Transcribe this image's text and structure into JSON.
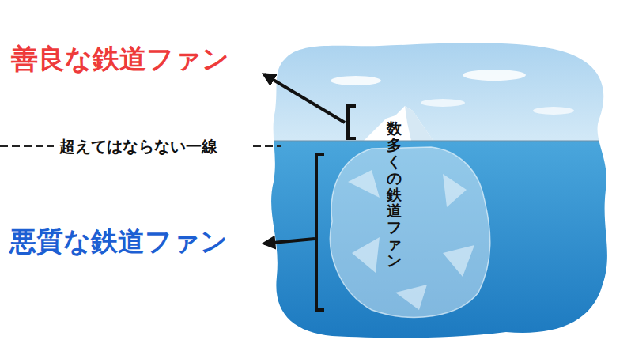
{
  "diagram": {
    "labels": [
      "善良な鉄道ファン",
      "超えてはならない一線",
      "悪質な鉄道ファン",
      "数多くの鉄道ファン"
    ]
  }
}
